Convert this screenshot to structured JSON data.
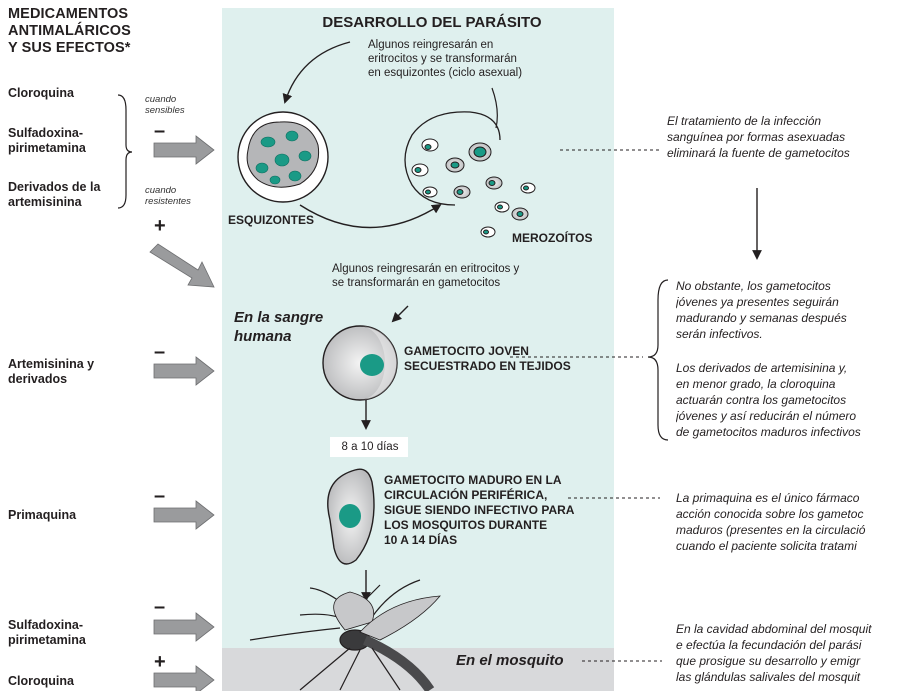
{
  "left_title": [
    "MEDICAMENTOS",
    "ANTIMALÁRICOS",
    "Y SUS EFECTOS*"
  ],
  "drugs_top": [
    "Cloroquina",
    "Sulfadoxina-",
    "pirimetamina",
    "Derivados de la",
    "artemisinina"
  ],
  "when_sensitive": [
    "cuando",
    "sensibles"
  ],
  "when_resistant": [
    "cuando",
    "resistentes"
  ],
  "sign_minus": "–",
  "sign_plus": "+",
  "drug_artemisinin": [
    "Artemisinina y",
    "derivados"
  ],
  "drug_primaquine": "Primaquina",
  "drugs_bottom": [
    "Sulfadoxina-",
    "pirimetamina",
    "Cloroquina"
  ],
  "center": {
    "title": "DESARROLLO DEL PARÁSITO",
    "note_top": [
      "Algunos reingresarán en",
      "eritrocitos y se transformarán",
      "en esquizontes (ciclo asexual)"
    ],
    "schizonts": "ESQUIZONTES",
    "merozoites": "MEROZOÍTOS",
    "note_mid": [
      "Algunos reingresarán en eritrocitos y",
      "se transformarán en gametocitos"
    ],
    "in_blood": [
      "En la sangre",
      "humana"
    ],
    "young_gametocyte": [
      "GAMETOCITO JOVEN",
      "SECUESTRADO EN TEJIDOS"
    ],
    "days": "8 a 10 días",
    "mature_gametocyte": [
      "GAMETOCITO MADURO EN LA",
      "CIRCULACIÓN PERIFÉRICA,",
      "SIGUE SIENDO INFECTIVO PARA",
      "LOS MOSQUITOS DURANTE",
      "10 A 14 DÍAS"
    ],
    "in_mosquito": "En el mosquito"
  },
  "right": {
    "block1": [
      "El tratamiento de la infección",
      "sanguínea por formas asexuadas",
      "eliminará la fuente de gametocitos"
    ],
    "block2": [
      "No obstante, los gametocitos",
      "jóvenes ya presentes seguirán",
      "madurando y semanas después",
      "serán infectivos."
    ],
    "block3": [
      "Los derivados de artemisinina y,",
      "en menor grado, la cloroquina",
      "actuarán contra los gametocitos",
      "jóvenes y así reducirán el número",
      "de gametocitos maduros infectivos"
    ],
    "block4": [
      "La primaquina es el único fármaco",
      "acción conocida sobre los gametoc",
      " maduros (presentes en la circulació",
      "cuando el paciente solicita tratami"
    ],
    "block5": [
      "En la cavidad abdominal del mosquit",
      "e efectúa la fecundación del parási",
      "que prosigue su desarrollo y emigr",
      "las glándulas salivales del mosquit"
    ]
  },
  "colors": {
    "panel_blue": "#dff0ee",
    "panel_grey": "#d8d9db",
    "teal": "#1a9a86",
    "arrow_grey": "#9a9b9d"
  }
}
